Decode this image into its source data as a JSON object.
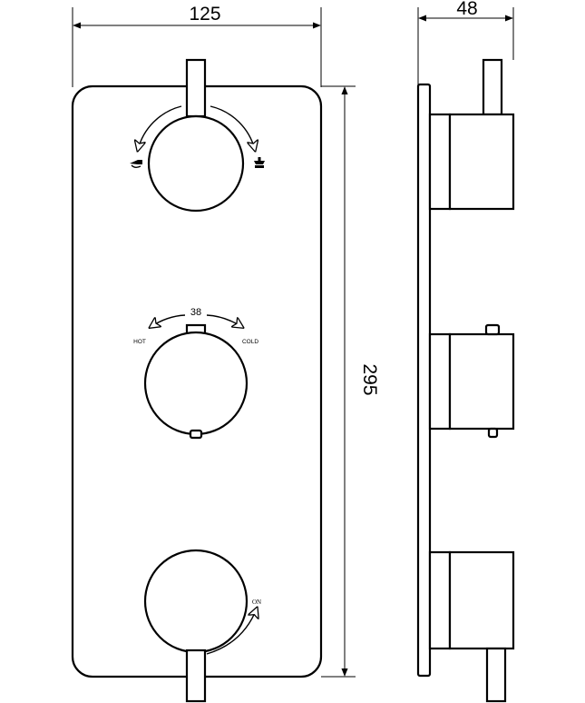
{
  "dimensions": {
    "width": "125",
    "depth": "48",
    "height": "295"
  },
  "labels": {
    "temperature": "38",
    "hot": "HOT",
    "cold": "COLD",
    "on": "ON"
  },
  "icons": {
    "diverter_left": "hand-shower-icon",
    "diverter_right": "shower-head-icon"
  }
}
